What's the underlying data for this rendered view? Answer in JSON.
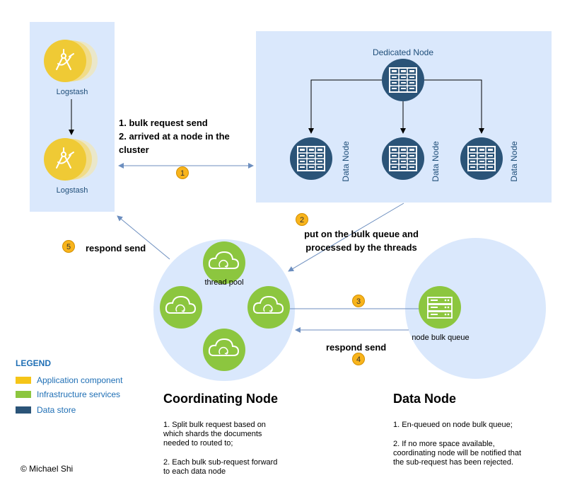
{
  "logstash": {
    "label_top": "Logstash",
    "label_bottom": "Logstash"
  },
  "cluster": {
    "dedicated_label": "Dedicated Node",
    "data_nodes": [
      "Data Node",
      "Data Node",
      "Data Node"
    ]
  },
  "steps": {
    "step1_text_line1": "1. bulk request send",
    "step1_text_line2": "2. arrived at a node in the",
    "step1_text_line3": "cluster",
    "step2_text_line1": "put on the bulk queue and",
    "step2_text_line2": "processed by the threads",
    "step5_text": "respond send",
    "step4_text": "respond send",
    "badges": [
      "1",
      "2",
      "3",
      "4",
      "5"
    ]
  },
  "coordinating": {
    "thread_pool_label": "thread pool",
    "title": "Coordinating Node",
    "desc1": [
      "1. Split bulk request based on",
      "which shards the documents",
      "needed to routed to;"
    ],
    "desc2": [
      "2. Each bulk sub-request forward",
      "to each data node"
    ]
  },
  "data_node": {
    "queue_label": "node bulk queue",
    "title": "Data Node",
    "desc1": [
      "1. En-queued on node bulk queue;"
    ],
    "desc2": [
      "2. If no more space available,",
      "coordinating node will be notified that",
      "the sub-request has been rejected."
    ]
  },
  "legend": {
    "title": "LEGEND",
    "items": [
      {
        "label": "Application component",
        "color": "#f5c518"
      },
      {
        "label": "Infrastructure services",
        "color": "#8cc63f"
      },
      {
        "label": "Data store",
        "color": "#2b5478"
      }
    ]
  },
  "copyright": "© Michael Shi",
  "colors": {
    "panel": "#dae8fc",
    "circle_bg": "#dae8fc",
    "arrow_blue": "#6c8ebf",
    "node_dark": "#2b5478",
    "green": "#8cc63f",
    "yellow": "#f5c518"
  }
}
